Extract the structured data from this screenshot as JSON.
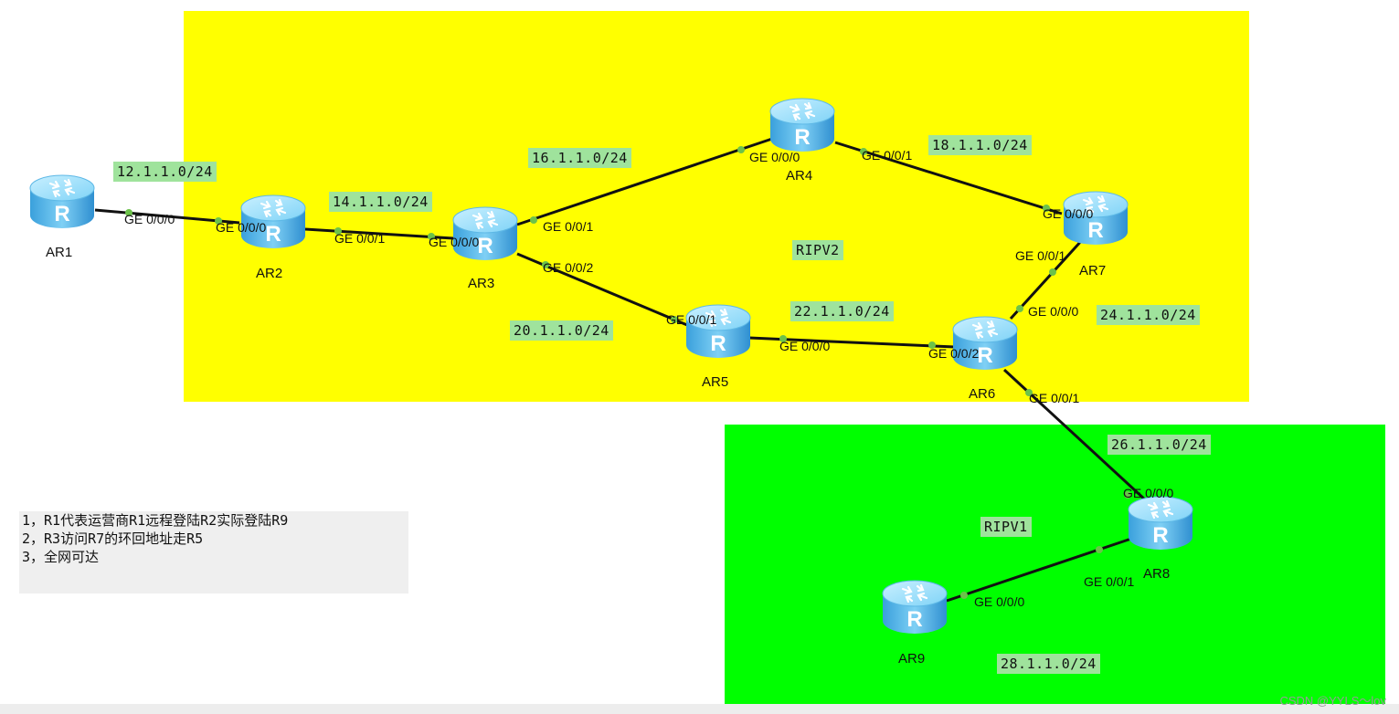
{
  "zones": {
    "ripv2": {
      "label": "RIPV2",
      "color": "#ffff00"
    },
    "ripv1": {
      "label": "RIPV1",
      "color": "#00ff00"
    }
  },
  "routers": {
    "ar1": "AR1",
    "ar2": "AR2",
    "ar3": "AR3",
    "ar4": "AR4",
    "ar5": "AR5",
    "ar6": "AR6",
    "ar7": "AR7",
    "ar8": "AR8",
    "ar9": "AR9"
  },
  "subnets": {
    "s12": "12.1.1.0/24",
    "s14": "14.1.1.0/24",
    "s16": "16.1.1.0/24",
    "s18": "18.1.1.0/24",
    "s20": "20.1.1.0/24",
    "s22": "22.1.1.0/24",
    "s24": "24.1.1.0/24",
    "s26": "26.1.1.0/24",
    "s28": "28.1.1.0/24"
  },
  "interfaces": {
    "ar1_ge000": "GE 0/0/0",
    "ar2_ge000": "GE 0/0/0",
    "ar2_ge001": "GE 0/0/1",
    "ar3_ge000": "GE 0/0/0",
    "ar3_ge001": "GE 0/0/1",
    "ar3_ge002": "GE 0/0/2",
    "ar4_ge000": "GE 0/0/0",
    "ar4_ge001": "GE 0/0/1",
    "ar7_ge000": "GE 0/0/0",
    "ar7_ge001": "GE 0/0/1",
    "ar6_ge000": "GE 0/0/0",
    "ar6_ge002": "GE 0/0/2",
    "ar6_ge001": "GE 0/0/1",
    "ar5_ge001": "GE 0/0/1",
    "ar5_ge000": "GE 0/0/0",
    "ar8_ge000": "GE 0/0/0",
    "ar8_ge001": "GE 0/0/1",
    "ar9_ge000": "GE 0/0/0"
  },
  "notes": [
    "1，R1代表运营商R1远程登陆R2实际登陆R9",
    "2，R3访问R7的环回地址走R5",
    "3，全网可达"
  ],
  "router_icon": "router-icon",
  "watermark": "CSDN @YYLS～lov"
}
